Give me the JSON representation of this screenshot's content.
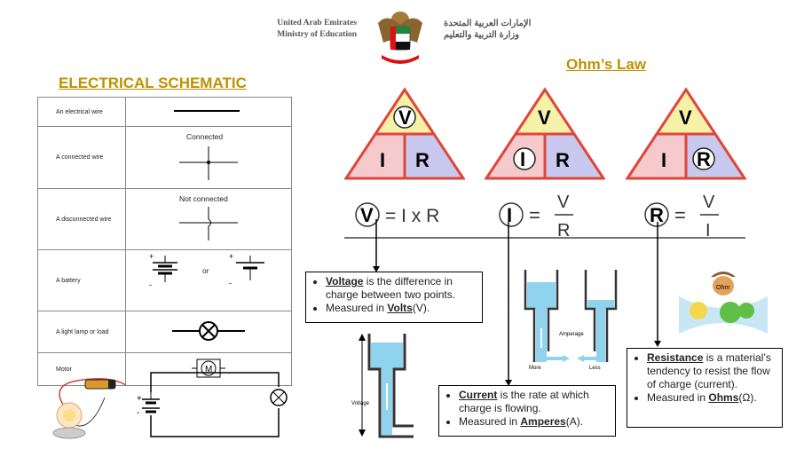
{
  "header": {
    "english_lines": [
      "United Arab Emirates",
      "Ministry of Education"
    ],
    "arabic_lines": [
      "الإمارات العربية المتحدة",
      "وزارة التربية والتعليم"
    ]
  },
  "schematic": {
    "title": "ELECTRICAL SCHEMATIC",
    "rows": [
      {
        "label": "An electrical wire",
        "caption": ""
      },
      {
        "label": "A connected wire",
        "caption": "Connected"
      },
      {
        "label": "A disconnected wire",
        "caption": "Not connected"
      },
      {
        "label": "A battery",
        "caption": "or"
      },
      {
        "label": "A light lamp or load",
        "caption": ""
      },
      {
        "label": "Motor",
        "caption": "M"
      }
    ]
  },
  "ohms": {
    "title": "Ohm’s Law",
    "triangle_letters": {
      "v": "V",
      "i": "I",
      "r": "R"
    },
    "formulas": [
      {
        "lhs": "V",
        "rhs": "= I x R"
      },
      {
        "lhs": "I",
        "rhs_eq": "=",
        "num": "V",
        "den": "R"
      },
      {
        "lhs": "R",
        "rhs_eq": "=",
        "num": "V",
        "den": "I"
      }
    ],
    "voltage_box": {
      "term": "Voltage",
      "def": " is the difference in charge between two points.",
      "measured_prefix": "Measured in ",
      "unit": "Volts",
      "unit_suffix": "(V)."
    },
    "current_box": {
      "term": "Current",
      "def": " is the rate at which charge is flowing.",
      "measured_prefix": "Measured in ",
      "unit": "Amperes",
      "unit_suffix": "(A)."
    },
    "resistance_box": {
      "term": "Resistance",
      "def": " is a material’s tendency to resist the flow of charge (current).",
      "measured_prefix": "Measured in ",
      "unit": "Ohms",
      "unit_suffix": "(Ω)."
    },
    "illustration_labels": {
      "voltage": "Voltage",
      "amperage": "Amperage",
      "more": "More",
      "less": "Less",
      "ohm": "Ohm"
    }
  },
  "colors": {
    "title_gold": "#c09000",
    "tri_top": "#f5f1a8",
    "tri_left": "#f6c9cc",
    "tri_right": "#c9c8ef",
    "tri_edge": "#e0453a",
    "water": "#8fd3ee"
  }
}
